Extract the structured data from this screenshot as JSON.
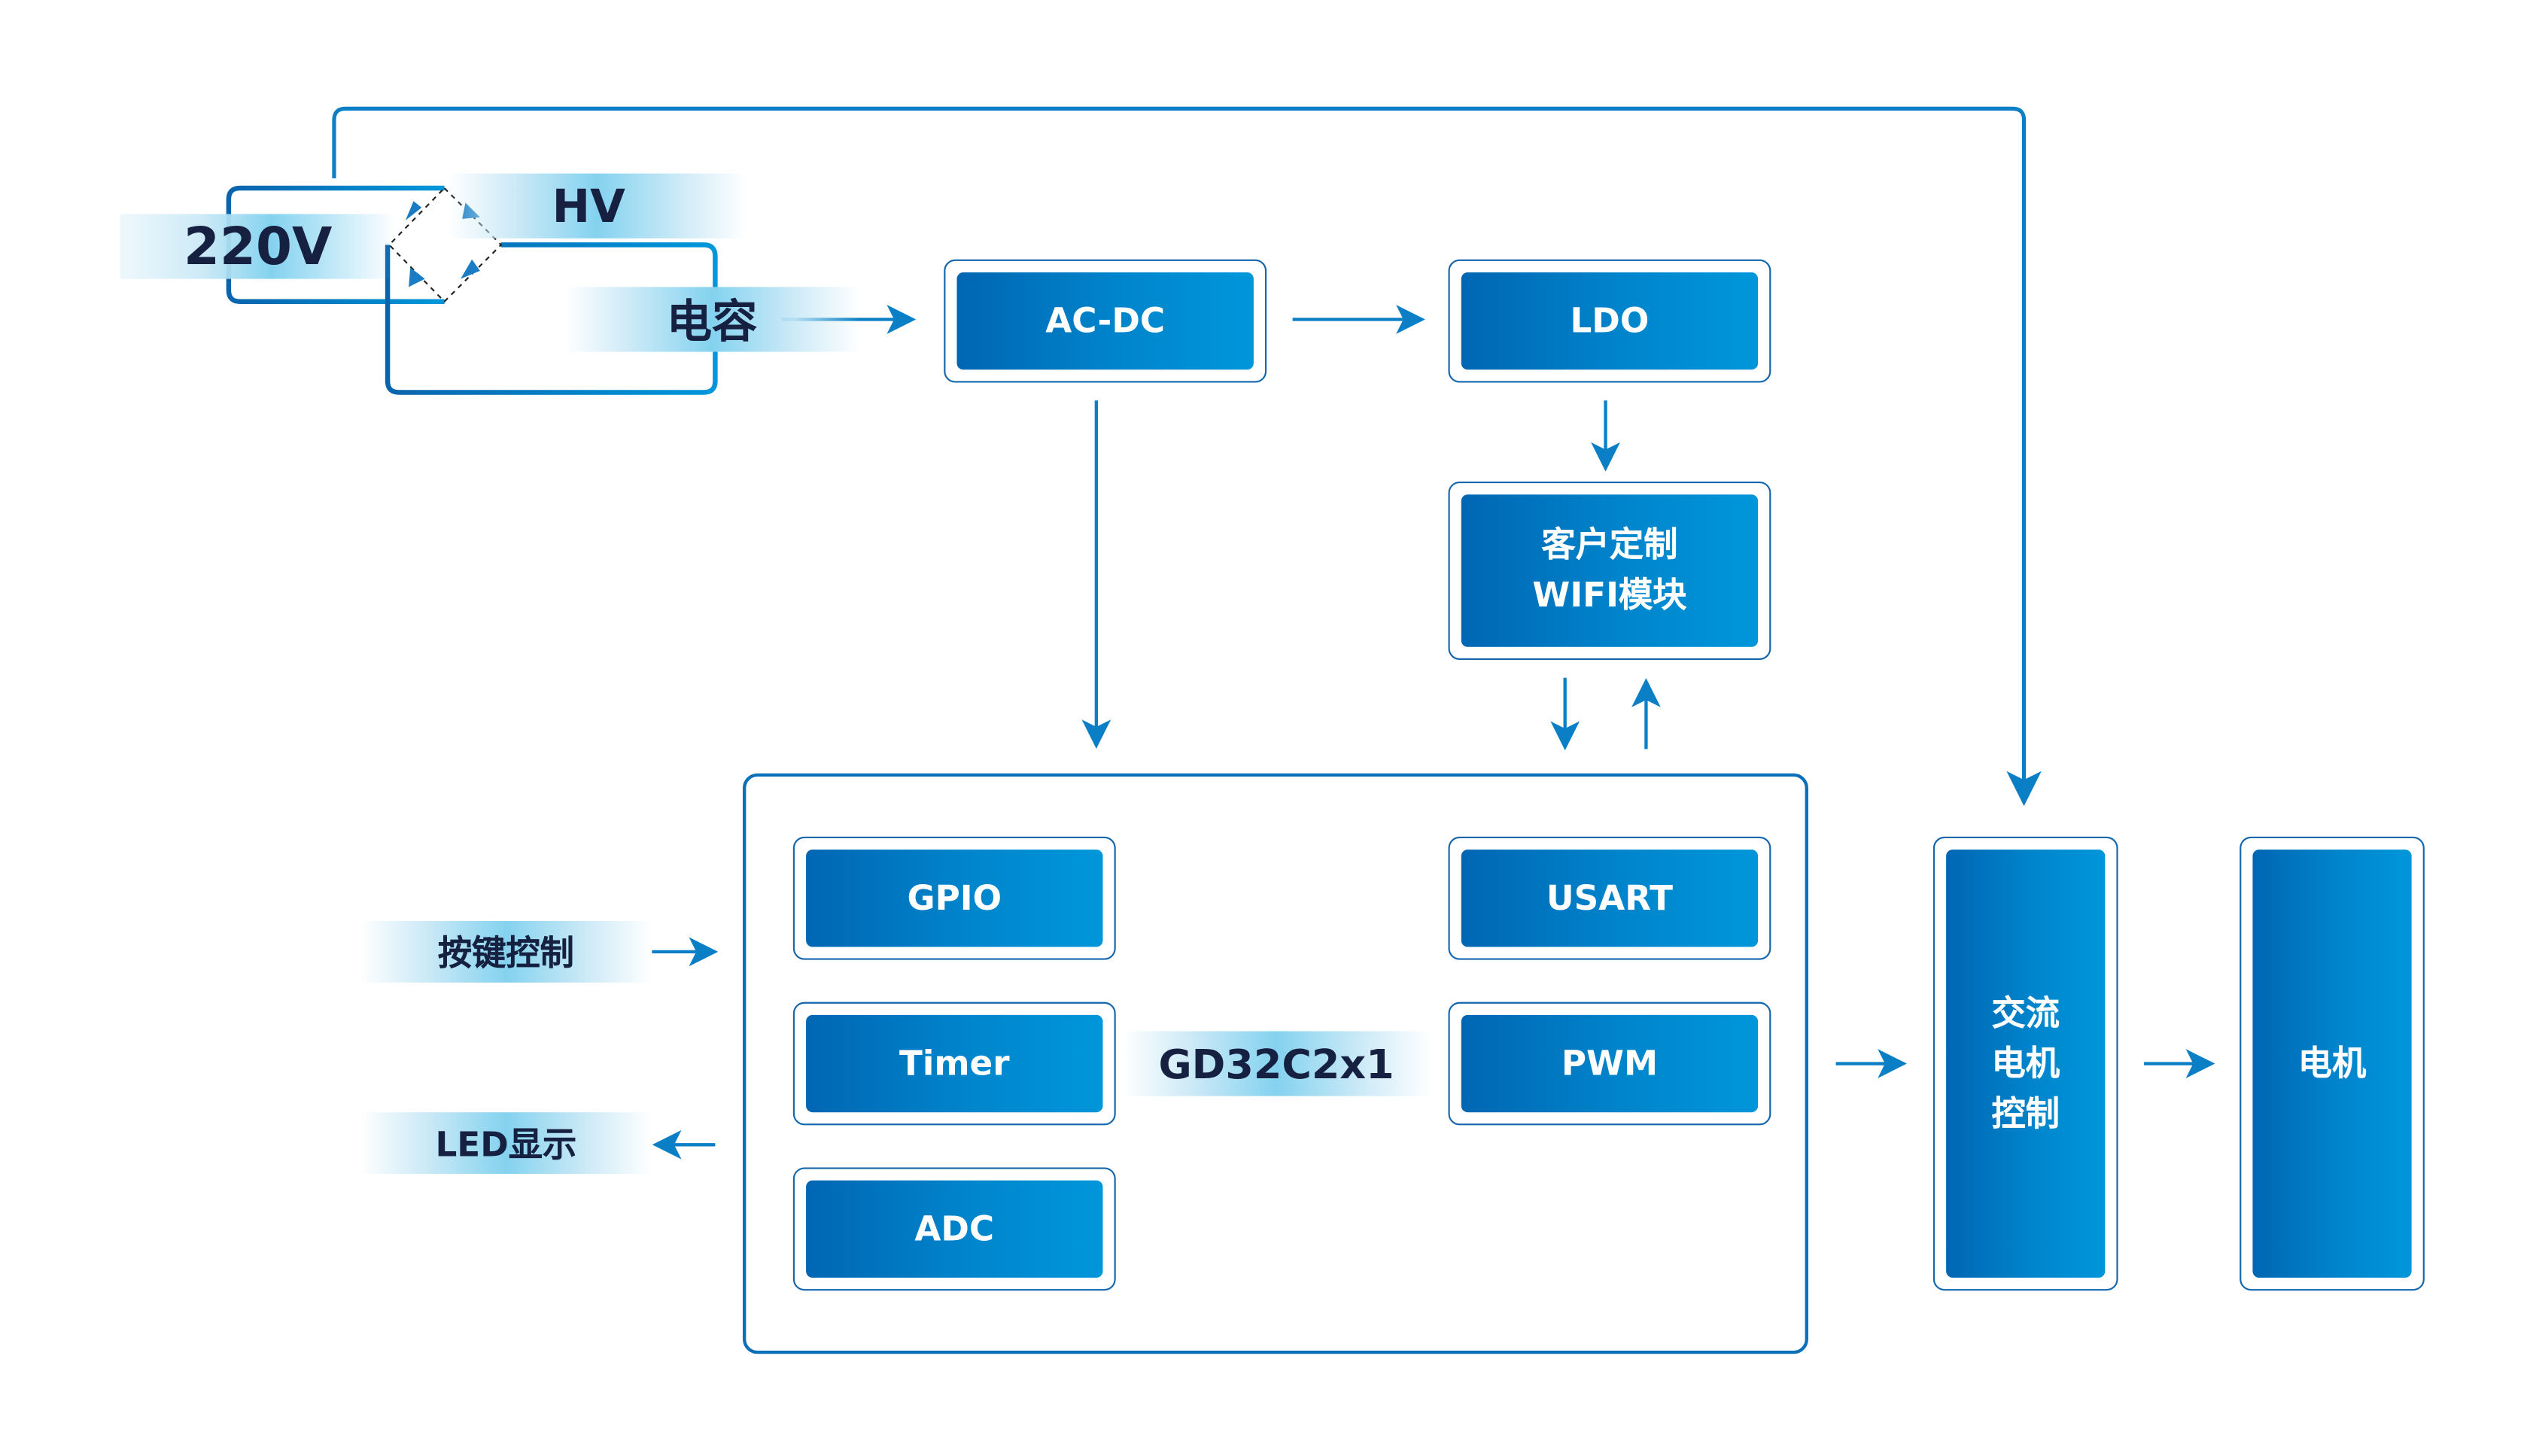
{
  "power_input": {
    "mains_label": "220V",
    "hv_label": "HV",
    "capacitor_label": "电容"
  },
  "blocks": {
    "acdc": "AC-DC",
    "ldo": "LDO",
    "wifi_line1": "客户定制",
    "wifi_line2": "WIFI模块",
    "ac_motor_ctrl_line1": "交流",
    "ac_motor_ctrl_line2": "电机",
    "ac_motor_ctrl_line3": "控制",
    "motor": "电机"
  },
  "mcu": {
    "name": "GD32C2x1",
    "peripherals": [
      "GPIO",
      "Timer",
      "ADC",
      "USART",
      "PWM"
    ]
  },
  "external_io": {
    "key_control": "按键控制",
    "led_display": "LED显示"
  },
  "colors": {
    "line_blue": "#0a6fb9",
    "box_gradient_start": "#0066b3",
    "box_gradient_end": "#0096da",
    "label_text": "#162040",
    "glow": "#84d2ef"
  }
}
